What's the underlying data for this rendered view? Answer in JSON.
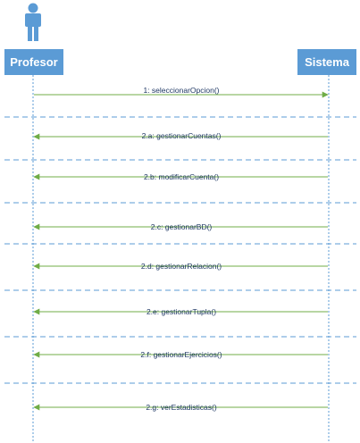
{
  "participants": {
    "left": {
      "name": "Profesor",
      "icon": "person-icon"
    },
    "right": {
      "name": "Sistema"
    }
  },
  "messages": [
    {
      "label": "1: seleccionarOpcion()",
      "direction": "left-to-right"
    },
    {
      "label": "2.a: gestionarCuentas()",
      "direction": "right-to-left"
    },
    {
      "label": "2.b: modificarCuenta()",
      "direction": "right-to-left"
    },
    {
      "label": "2.c: gestionarBD()",
      "direction": "right-to-left"
    },
    {
      "label": "2.d: gestionarRelacion()",
      "direction": "right-to-left"
    },
    {
      "label": "2.e: gestionarTupla()",
      "direction": "right-to-left"
    },
    {
      "label": "2.f: gestionarEjercicios()",
      "direction": "right-to-left"
    },
    {
      "label": "2.g: verEstadisticas()",
      "direction": "right-to-left"
    }
  ],
  "colors": {
    "participant_fill": "#5b9bd5",
    "participant_text": "#ffffff",
    "lifeline": "#5b9bd5",
    "message_arrow": "#70ad47",
    "message_text": "#1f3864",
    "separator": "#5b9bd5"
  }
}
